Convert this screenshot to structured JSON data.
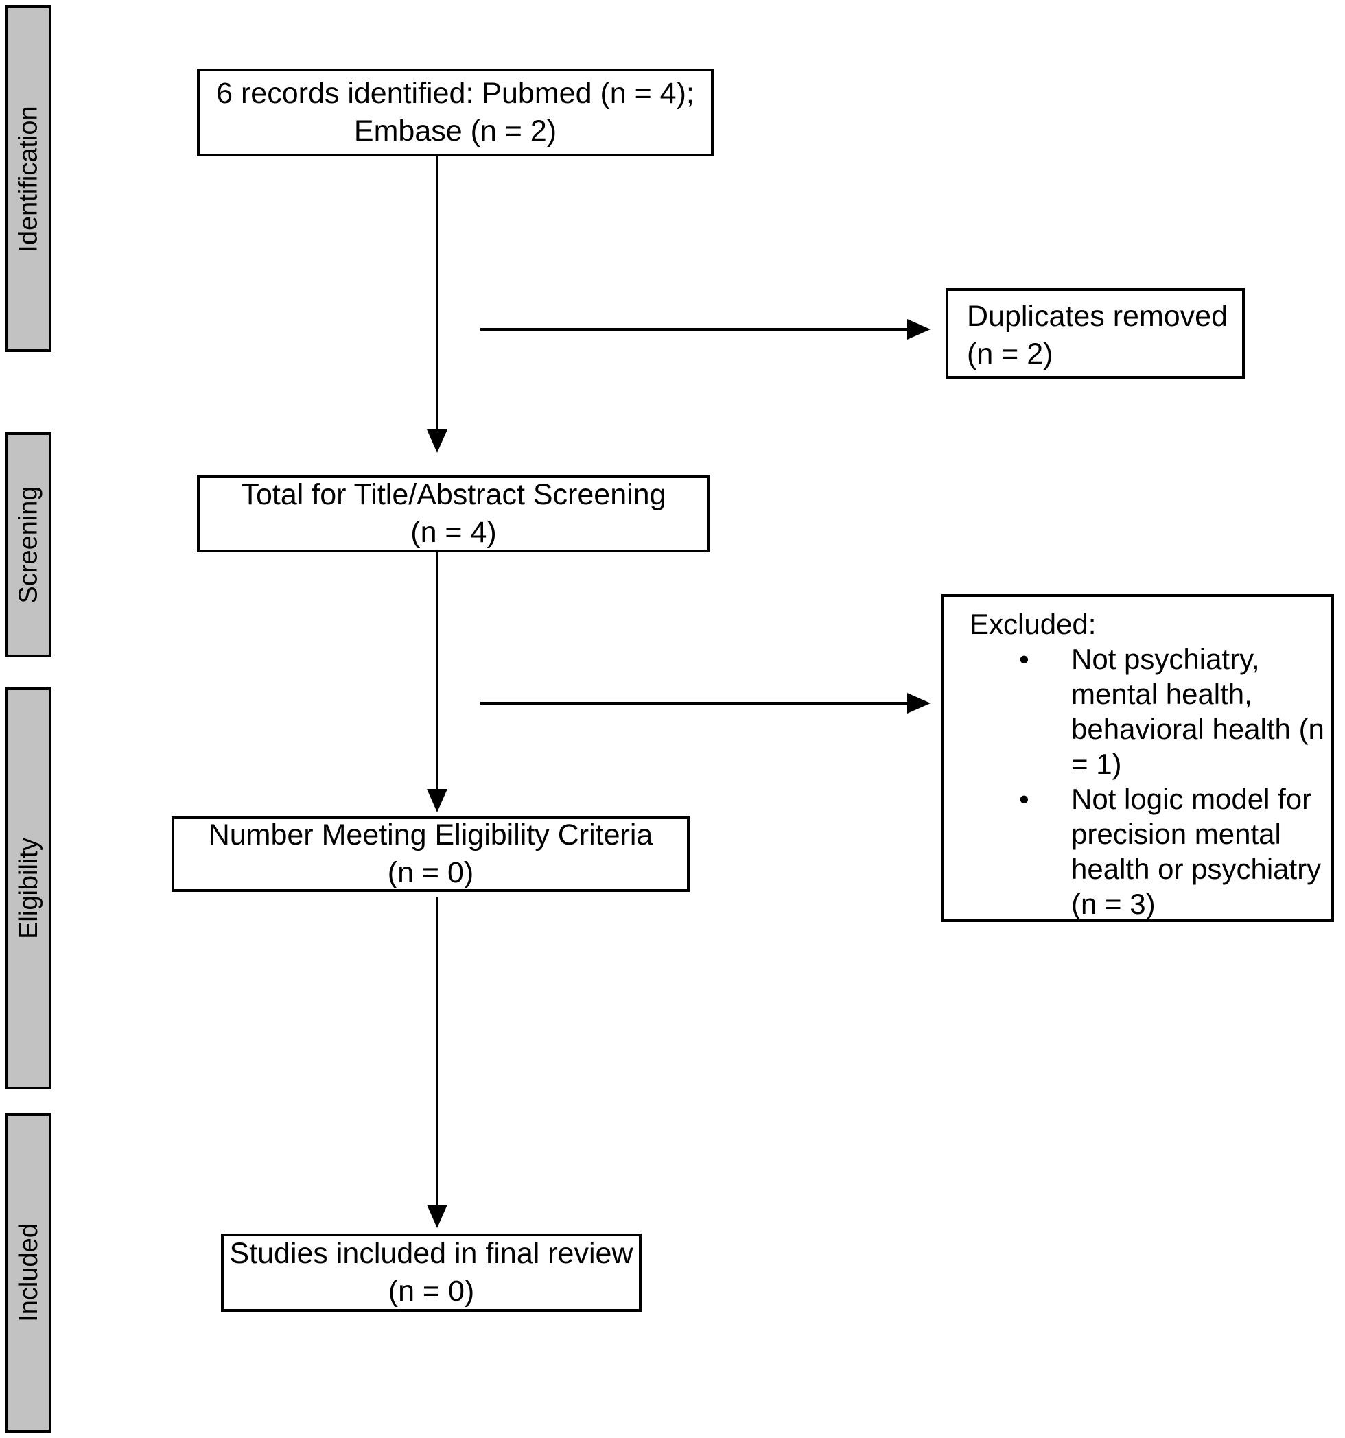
{
  "figure": {
    "stages": [
      {
        "label": "Identification"
      },
      {
        "label": "Screening"
      },
      {
        "label": "Eligibility"
      },
      {
        "label": "Included"
      }
    ],
    "boxes": {
      "identified": {
        "line1": "6 records identified: Pubmed (n = 4);",
        "line2": "Embase (n = 2)"
      },
      "duplicates": {
        "line1": "Duplicates removed",
        "line2": "(n = 2)"
      },
      "screening_total": {
        "line1": "Total for Title/Abstract Screening",
        "line2": "(n = 4)"
      },
      "excluded": {
        "title": "Excluded:",
        "bullets": [
          "Not psychiatry, mental health, behavioral health (n = 1)",
          "Not logic model for precision mental health or psychiatry (n = 3)"
        ]
      },
      "eligibility": {
        "line1": "Number Meeting Eligibility Criteria",
        "line2": "(n = 0)"
      },
      "included_final": {
        "line1": "Studies included in final review",
        "line2": "(n = 0)"
      }
    },
    "colors": {
      "stage_bar_fill": "#c2c2c2",
      "line": "#000000",
      "background": "#ffffff"
    }
  }
}
